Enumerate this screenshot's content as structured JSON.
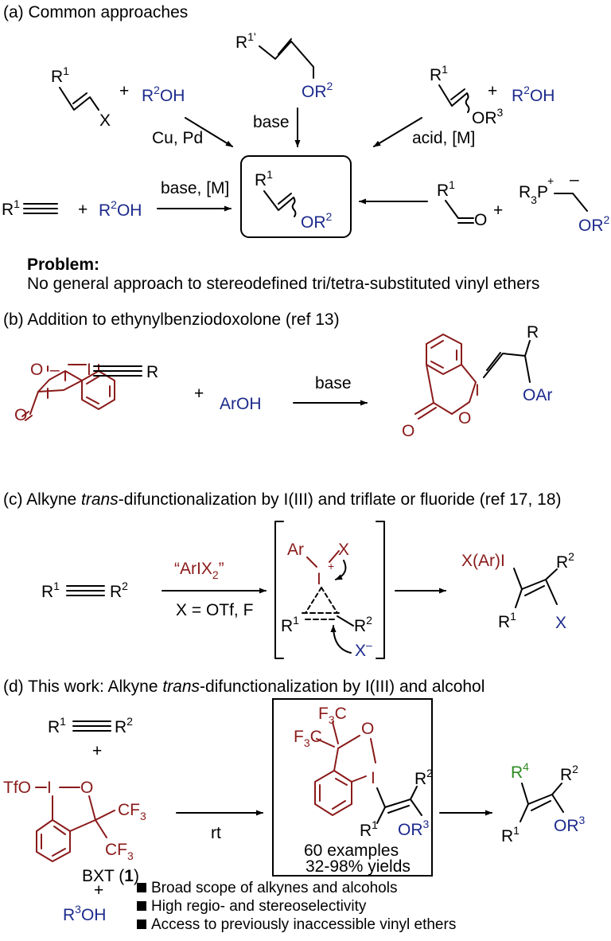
{
  "panels": {
    "a": {
      "title": "(a) Common approaches",
      "problem_heading": "Problem:",
      "problem_text": "No general approach to stereodefined tri/tetra-substituted vinyl ethers",
      "reagents": {
        "cu_pd": "Cu, Pd",
        "base": "base",
        "acid_m": "acid, [M]",
        "base_m": "base, [M]"
      }
    },
    "b": {
      "title": "(b) Addition to ethynylbenziodoxolone (ref 13)",
      "reagent": "base",
      "nucleophile": "ArOH"
    },
    "c": {
      "title_pre": "(c) Alkyne ",
      "title_italic": "trans",
      "title_post": "-difunctionalization by I(III) and triflate or fluoride (ref 17, 18)",
      "reagent_top_pre": "“ArIX",
      "reagent_top_sub": "2",
      "reagent_top_post": "”",
      "reagent_bottom": "X = OTf, F"
    },
    "d": {
      "title_pre": "(d) This work: Alkyne ",
      "title_italic": "trans",
      "title_post": "-difunctionalization by I(III) and alcohol",
      "reagent_name_pre": "BXT (",
      "reagent_name_bold": "1",
      "reagent_name_post": ")",
      "condition": "rt",
      "examples": "60 examples",
      "yields": "32-98% yields",
      "bullets": [
        "Broad scope of alkynes and alcohols",
        "High regio- and stereoselectivity",
        "Access to previously inaccessible vinyl ethers"
      ]
    }
  },
  "colors": {
    "blue": "#1c2a8c",
    "dark_red": "#8a1a1a",
    "green": "#2e8b22"
  }
}
